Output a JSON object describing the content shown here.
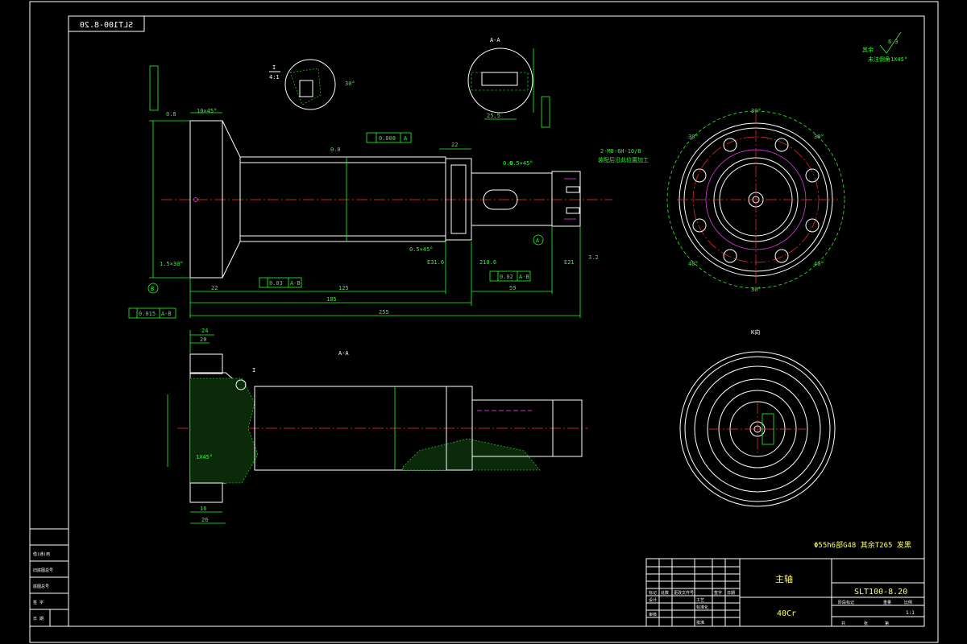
{
  "drawing": {
    "code_stamp_mirrored": "SLT100-8.20",
    "section_aa": "A-A",
    "detail_marker": "I",
    "detail_scale": "4:1",
    "view_k": "K向",
    "tech_note": "Φ55h6部G48 其余T265 发黑",
    "roughness_note_1": "6.3",
    "roughness_note_2": "其余",
    "roughness_note_3": "未注倒角1X45°"
  },
  "dimensions": {
    "d_22": "22",
    "d_125": "125",
    "d_185": "185",
    "d_255": "255",
    "d_59": "59",
    "d_24": "24",
    "d_20": "20",
    "d_16": "16",
    "d_26": "26",
    "chamfer_10": "10×45°",
    "chamfer_15": "1.5×30°",
    "chamfer_05": "0.5×45°",
    "chamfer_05b": "0.5×45°",
    "thread_note": "2-M8-6H-10/8",
    "thread_note_2": "装配后沿此位置加工",
    "tol_1": "0.03",
    "tol_2": "0.02",
    "tol_3": "0.015",
    "tol_4": "0.008",
    "datum_a": "A",
    "datum_b": "B",
    "datum_ab": "A-B",
    "angle_30": "30°",
    "angle_40": "40°",
    "roughness_08": "0.8",
    "roughness_32": "3.2",
    "chamfer_1x45": "1X45°",
    "dim_e31": "E31.6",
    "dim_210": "210.6",
    "dim_25": "25.5",
    "dim_e21": "E21"
  },
  "title_block": {
    "part_name": "主轴",
    "material": "40Cr",
    "drawing_no": "SLT100-8.20",
    "label_mark": "标记",
    "label_qty": "处数",
    "label_change": "更改文件号",
    "label_sign": "签字",
    "label_date": "日期",
    "label_design": "设计",
    "label_check": "审核",
    "label_process": "工艺",
    "label_std": "标准化",
    "label_approve": "批准",
    "label_stage": "阶段标记",
    "label_weight": "重量",
    "label_scale": "比例",
    "scale_value": "1:1",
    "label_sheet": "共",
    "label_sheet2": "张",
    "label_page": "第"
  },
  "side_block": {
    "rows": [
      "借(通)用",
      "旧底图总号",
      "底图总号",
      "签 字",
      "日 期"
    ]
  }
}
